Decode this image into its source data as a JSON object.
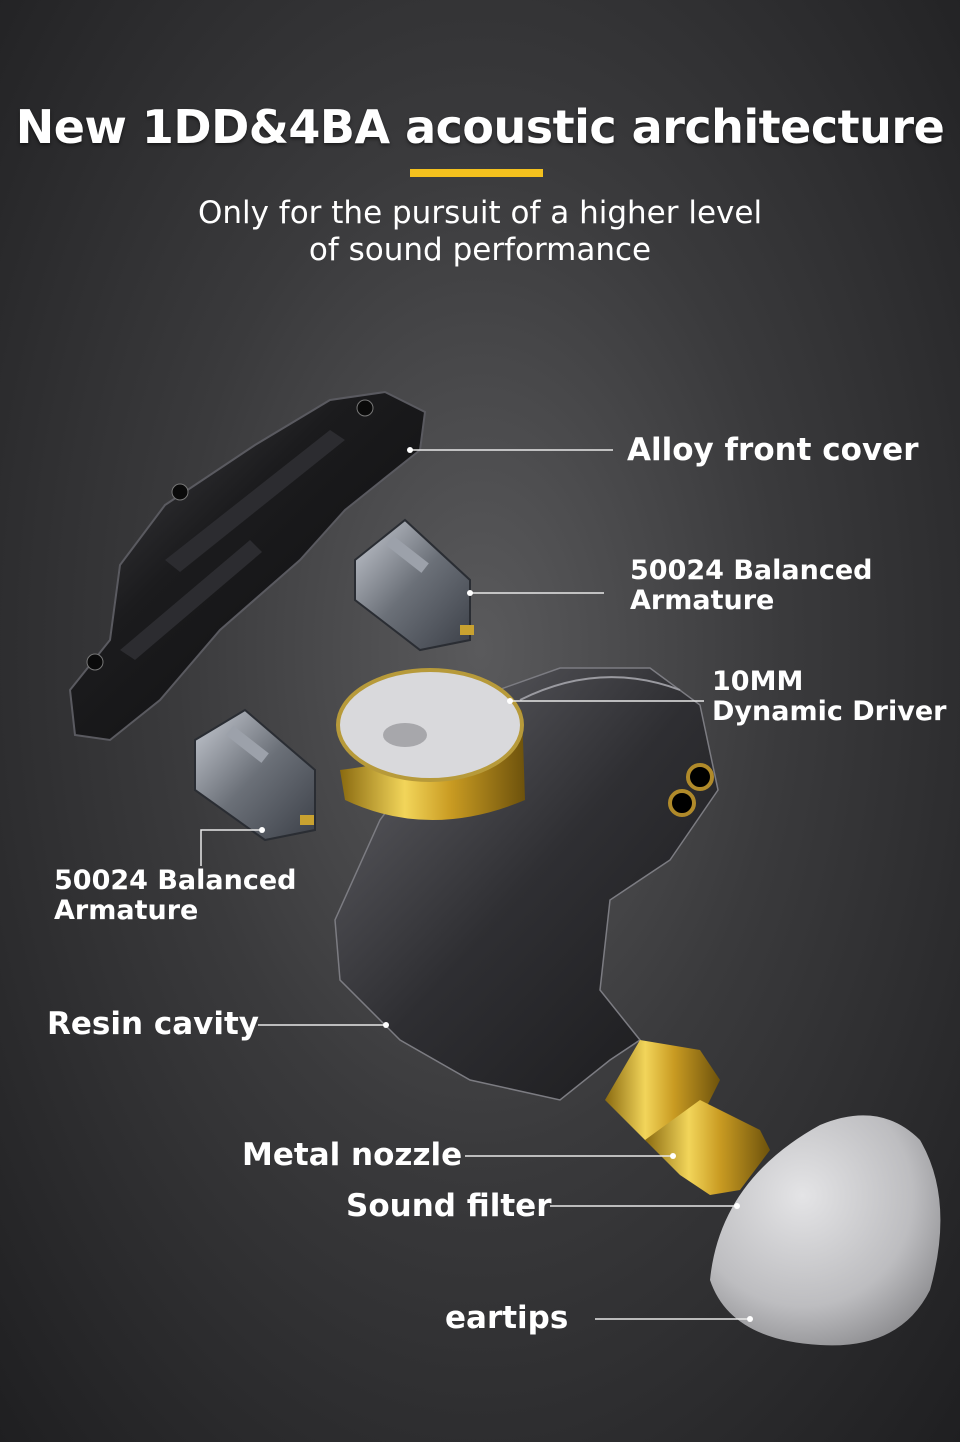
{
  "header": {
    "title": "New 1DD&4BA acoustic architecture",
    "subtitle_line1": "Only for the pursuit of a higher level",
    "subtitle_line2": "of sound performance",
    "accent_color": "#f4c11e"
  },
  "callouts": {
    "front_cover": "Alloy front cover",
    "armature_top_line1": "50024 Balanced",
    "armature_top_line2": "Armature",
    "driver_line1": "10MM",
    "driver_line2": "Dynamic Driver",
    "armature_left_line1": "50024 Balanced",
    "armature_left_line2": "Armature",
    "resin": "Resin cavity",
    "nozzle": "Metal nozzle",
    "filter": "Sound filter",
    "eartips": "eartips"
  }
}
